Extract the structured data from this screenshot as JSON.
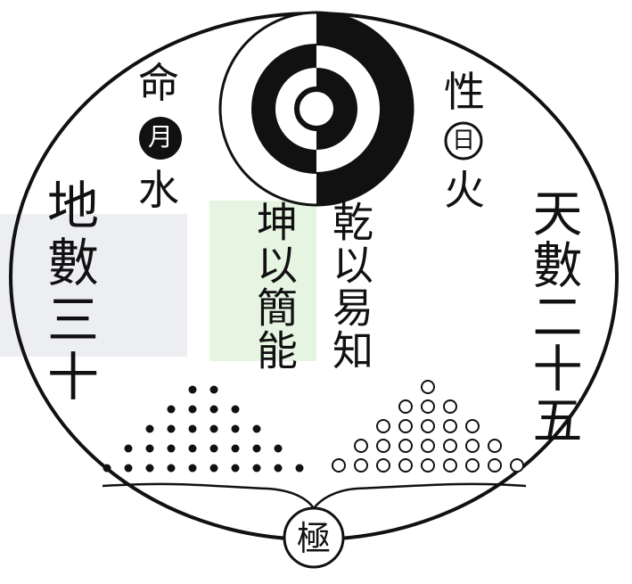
{
  "earth_number": "地數三十",
  "heaven_number": "天數二十五",
  "qian_line": "乾以易知",
  "kun_line": "坤以簡能",
  "left_label": {
    "top": "命",
    "circle": "月",
    "bottom": "水"
  },
  "right_label": {
    "top": "性",
    "circle": "日",
    "bottom": "火"
  },
  "ultimate": "極",
  "dot_counts": {
    "earth_dots": 30,
    "heaven_circles": 25
  },
  "colors": {
    "ink": "#111111",
    "paper": "#ffffff",
    "watermark": "#c9ced9"
  }
}
